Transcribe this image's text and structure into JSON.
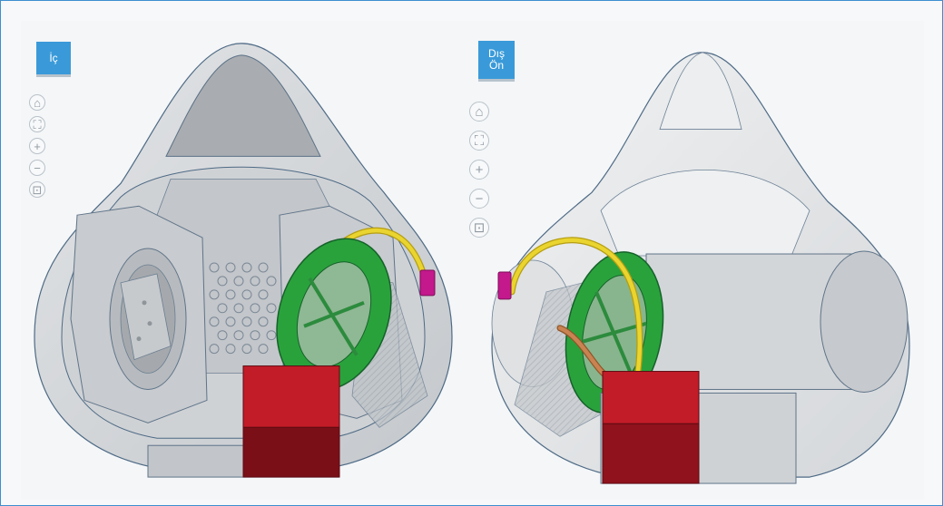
{
  "left_view": {
    "view_cube_label": "İç",
    "nav_controls": [
      "home-icon",
      "fit-view-icon",
      "zoom-in-icon",
      "zoom-out-icon",
      "perspective-icon"
    ]
  },
  "right_view": {
    "view_cube_line1": "Dış",
    "view_cube_line2": "Ön",
    "nav_controls": [
      "home-icon",
      "fit-view-icon",
      "zoom-in-icon",
      "zoom-out-icon",
      "perspective-icon"
    ]
  },
  "colors": {
    "frame_border": "#3d8fd0",
    "view_cube": "#3a9ad9",
    "mask_shell": "#d9dcdf",
    "filter_ring": "#28a13a",
    "valve_block": "#c21c28",
    "valve_block_dark": "#7a0f18",
    "hose": "#e8cf2b",
    "hose_connector": "#c4188d",
    "copper_tube": "#c57f4c"
  }
}
